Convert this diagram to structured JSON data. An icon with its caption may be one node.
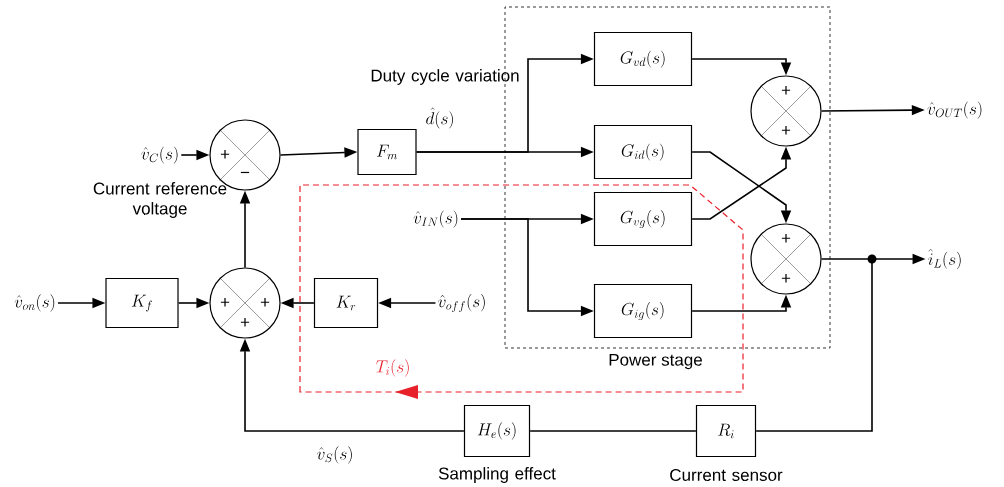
{
  "diagram": {
    "nodes": [
      {
        "text": [
          "\\hat{v}_{C}(s)"
        ],
        "beside": [
          "Current reference voltage"
        ]
      },
      {
        "text": [
          "+",
          "−"
        ]
      },
      {
        "text": [
          "F_{m}"
        ]
      },
      {
        "text": [
          "Power stage"
        ]
      },
      {
        "text": [
          "G_{vd}(s)"
        ],
        "in": 3
      },
      {
        "text": [
          "G_{id}(s)"
        ],
        "in": 3
      },
      {
        "text": [
          "G_{vg}(s)"
        ],
        "in": 3
      },
      {
        "text": [
          "G_{ig}(s)"
        ],
        "in": 3
      },
      {
        "text": [
          "+",
          "+"
        ],
        "in": 3
      },
      {
        "text": [
          "+",
          "+"
        ],
        "in": 3
      },
      {
        "text": [
          "\\hat{v}_{OUT}(s)"
        ]
      },
      {
        "text": [
          "\\hat{i}_{L}(s)"
        ]
      },
      {
        "text": [
          "\\hat{v}_{IN}(s)"
        ]
      },
      {
        "text": [
          "\\hat{v}_{on}(s)"
        ]
      },
      {
        "text": [
          "K_{f}"
        ]
      },
      {
        "text": [
          "+",
          "+",
          "+"
        ]
      },
      {
        "text": [
          "K_{r}"
        ]
      },
      {
        "text": [
          "\\hat{v}_{off}(s)"
        ]
      },
      {
        "text": [
          "H_{e}(s)"
        ],
        "beside": [
          "Sampling effect"
        ]
      },
      {
        "text": [
          "R_{i}"
        ],
        "beside": [
          "Current sensor"
        ]
      },
      {
        "text": [],
        "shape": "circle"
      }
    ],
    "edges": [
      {
        "from": 0,
        "to": 1,
        "arrow": "to"
      },
      {
        "from": 1,
        "to": 2,
        "arrow": "to"
      },
      {
        "from": 2,
        "to": 4,
        "arrow": "to"
      },
      {
        "from": 2,
        "to": 5,
        "arrow": "to"
      },
      {
        "from": 4,
        "to": 8,
        "arrow": "to"
      },
      {
        "from": 5,
        "to": 9,
        "arrow": "to"
      },
      {
        "from": 6,
        "to": 8,
        "arrow": "to"
      },
      {
        "from": 7,
        "to": 9,
        "arrow": "to"
      },
      {
        "from": 12,
        "to": 6,
        "arrow": "to"
      },
      {
        "from": 12,
        "to": 7,
        "arrow": "to"
      },
      {
        "from": 8,
        "to": 10,
        "arrow": "to"
      },
      {
        "from": 9,
        "to": 20,
        "arrow": "none"
      },
      {
        "from": 20,
        "to": 11,
        "arrow": "to"
      },
      {
        "from": 20,
        "to": 19,
        "arrow": "none"
      },
      {
        "from": 19,
        "to": 18,
        "arrow": "none"
      },
      {
        "from": 18,
        "to": 15,
        "arrow": "to",
        "label": "\\hat{v}_{S}(s)"
      },
      {
        "from": 13,
        "to": 14,
        "arrow": "to"
      },
      {
        "from": 14,
        "to": 15,
        "arrow": "to"
      },
      {
        "from": 17,
        "to": 16,
        "arrow": "to"
      },
      {
        "from": 16,
        "to": 15,
        "arrow": "to"
      },
      {
        "from": 15,
        "to": 1,
        "arrow": "to"
      }
    ],
    "labels": [
      "Duty cycle variation",
      "\\hat{d}(s)",
      "T_{i}(s)"
    ]
  }
}
